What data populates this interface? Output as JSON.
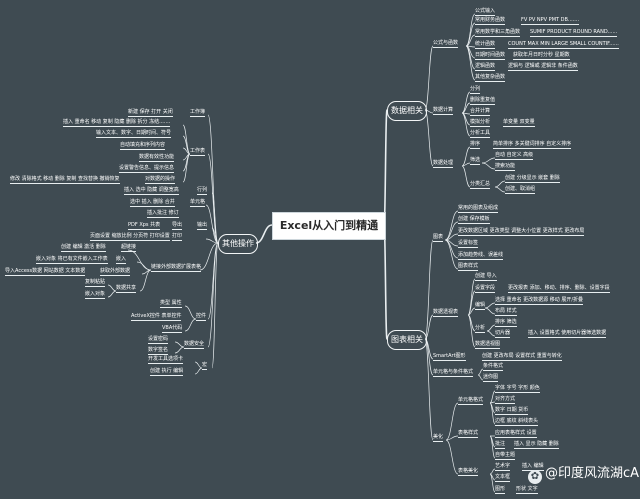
{
  "root": "Excel从入门到精通",
  "branches": {
    "data": "数据相关",
    "chart": "图表相关",
    "other": "其他操作"
  },
  "data_branch": {
    "formula_func": "公式与函数",
    "formula_input": "公式输入",
    "common_finance": "常用财务函数",
    "finance_items": "FV PV NPV PMT DB.......",
    "common_math": "常用数学和三角函数",
    "math_items": "SUMIF PRODUCT ROUND RAND......",
    "stat_func": "统计函数",
    "stat_items": "COUNT MAX MIN LARGE SMALL COUNTIF......",
    "date_func": "日期时间函数",
    "date_items": "获取年月日时分秒 星期数",
    "logic_func": "逻辑函数",
    "logic_items": "逻辑与 逻辑或 逻辑非 条件函数",
    "other_func": "其他复杂函数",
    "data_calc": "数据计算",
    "group": "分列",
    "remove_dup": "删除重复值",
    "merge_calc": "合并计算",
    "simulate": "模拟分析",
    "simulate_items": "单变量 双变量",
    "analysis_tool": "分析工具",
    "data_process": "数据处理",
    "sort": "排序",
    "sort_items": "简单排序 多关键词排序 自定义排序",
    "filter": "筛选",
    "filter_a": "自动 自定义 高级",
    "filter_b": "搜索功能",
    "subtotal": "分类汇总",
    "subtotal_a": "创建 分级显示 嵌套 删除",
    "subtotal_b": "创建、取消组"
  },
  "chart_branch": {
    "charts": "图表",
    "c1": "常用的图表及组成",
    "c2": "创建 保存模板",
    "c3": "更改数据区域 更改类型 调整大小位置 更改样式 更改布局",
    "c4": "设置标签",
    "c5": "添加趋势线、误差线",
    "c6": "图表样式",
    "pivot": "数据透视表",
    "create_import": "创建 导入",
    "set_field": "设置字段",
    "set_field_items": "更改报表 添加、移动、排序、删除、设置字段",
    "edit": "编辑",
    "edit_items": "选择 重命名 更改数据源 移动 展开/折叠",
    "pivot_style": "布局 样式",
    "analysis": "分析",
    "sort_filter": "排序 筛选",
    "slicer": "切片器",
    "slicer_items": "插入 设置格式 使用切片器筛选数据",
    "pivot_chart": "数据透视图",
    "smartart": "SmartArt图形",
    "smartart_items": "创建 更改布局 设置样式 重置与转化",
    "cond_format": "单元格与条件格式",
    "cond1": "条件格式",
    "cond2": "迷你图",
    "beautify": "美化",
    "cell_format": "单元格格式",
    "font": "字体 字号 字形 颜色",
    "align": "对齐方式",
    "number": "数字 日期 货币",
    "border": "边框 底纹 斜线表头",
    "table_style": "表格样式",
    "apply_style": "应用表格样式 设置",
    "note": "批注",
    "note_items": "插入 显示 隐藏 删除",
    "theme": "自带主题",
    "table_decor": "表格美化",
    "art_text": "艺术字",
    "art_items": "插入 编辑",
    "text_box": "文本框",
    "picture": "图形",
    "picture_items": "形状 文字"
  },
  "other_branch": {
    "workbook": "工作簿",
    "workbook_items": "新建 保存 打开 关闭",
    "worksheet": "工作表",
    "ws1": "插入 重命名 移动 复制 隐藏 删除 拆分 冻结.......",
    "ws2": "输入文本、数字、日期时间、符号",
    "ws3": "自动填充和序列内容",
    "ws4": "数据有效性功能",
    "ws5": "设置警告信息、提示信息",
    "ws6": "修改 清除格式 移动 删除 复制 查找替换 撤销恢复",
    "ws7": "对数据的操作",
    "row": "行列",
    "row_items": "插入 选中 隐藏 调整宽高",
    "cell": "单元格",
    "cell_items": "选中 插入 删除 合并",
    "annotation_items": "插入批注 修订",
    "output": "输出",
    "pdf": "PDF Xps 共表",
    "export": "导出",
    "print_items": "页面设置 缩放比例 分页符 打印设置",
    "print": "打印",
    "hyperlink": "超链接",
    "hyperlink_items": "创建 编辑 激活 删除",
    "embed": "嵌入",
    "embed_items": "嵌入对象 将已有文件嵌入工作表",
    "import": "获取外部数据",
    "import_items": "导入Access数据 网站数据 文本数据",
    "link_share": "链接外部数据扩展表格",
    "data_share": "数据共享",
    "paste": "复制粘贴",
    "embed_obj": "嵌入对象",
    "control": "控件",
    "type_attr": "类型 属性",
    "activex": "ActiveX控件 表单控件",
    "vba": "VBA代码",
    "security": "数据安全",
    "password": "设置密码",
    "signature": "数字签名",
    "macro": "宏",
    "dev_tool": "开发工具选项卡",
    "macro_items": "创建 执行 编辑"
  },
  "watermark": "@印度风流湖cA"
}
